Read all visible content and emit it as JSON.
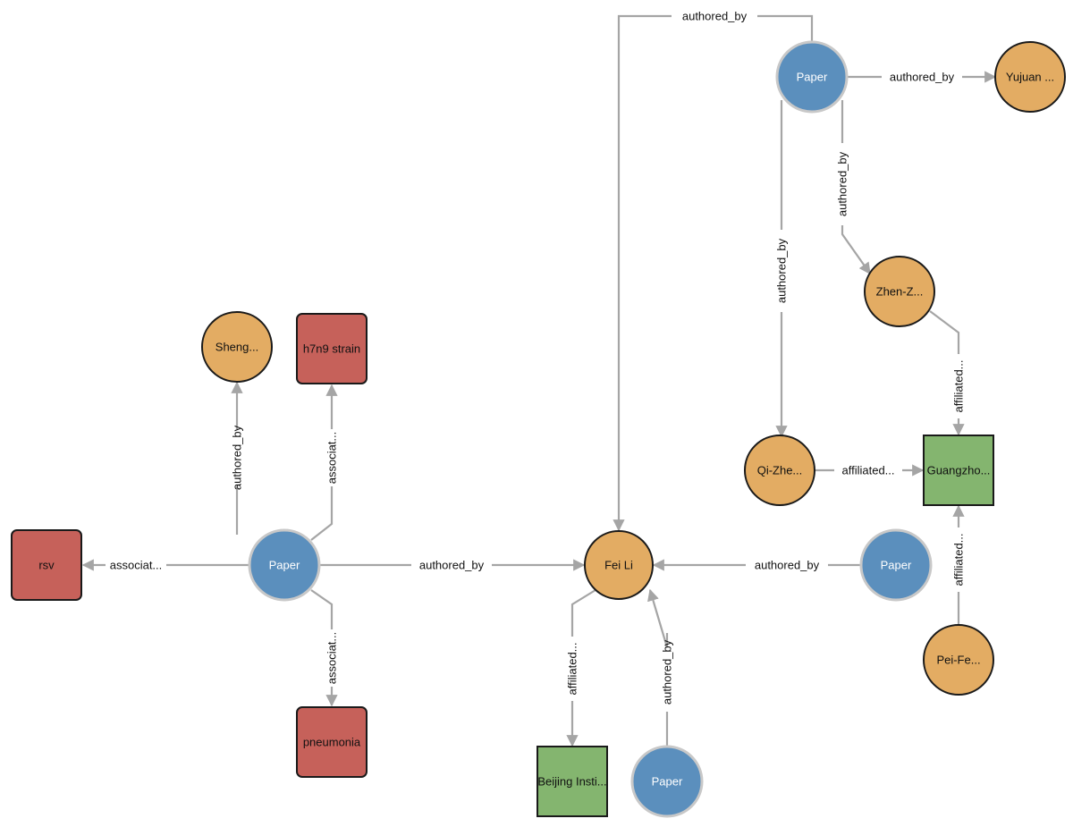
{
  "colors": {
    "paper": "#5b8fbd",
    "person": "#e3ac63",
    "disease": "#c6615a",
    "institution": "#84b56f",
    "edge": "#a5a5a5",
    "node_border_dark": "#1a1a1a",
    "node_border_light": "#c8c8c8"
  },
  "nodes": [
    {
      "id": "paper_center",
      "label": "Paper",
      "type": "paper"
    },
    {
      "id": "sheng",
      "label": "Sheng...",
      "type": "person"
    },
    {
      "id": "h7n9",
      "label": "h7n9 strain",
      "type": "disease"
    },
    {
      "id": "rsv",
      "label": "rsv",
      "type": "disease"
    },
    {
      "id": "pneumonia",
      "label": "pneumonia",
      "type": "disease"
    },
    {
      "id": "feili",
      "label": "Fei Li",
      "type": "person"
    },
    {
      "id": "beijing",
      "label": "Beijing Insti...",
      "type": "institution"
    },
    {
      "id": "paper_bottom",
      "label": "Paper",
      "type": "paper"
    },
    {
      "id": "paper_right",
      "label": "Paper",
      "type": "paper"
    },
    {
      "id": "paper_top",
      "label": "Paper",
      "type": "paper"
    },
    {
      "id": "yujuan",
      "label": "Yujuan ...",
      "type": "person"
    },
    {
      "id": "zhenz",
      "label": "Zhen-Z...",
      "type": "person"
    },
    {
      "id": "qizhe",
      "label": "Qi-Zhe...",
      "type": "person"
    },
    {
      "id": "guangzho",
      "label": "Guangzho...",
      "type": "institution"
    },
    {
      "id": "peife",
      "label": "Pei-Fe...",
      "type": "person"
    }
  ],
  "edges": [
    {
      "id": "e1",
      "source": "paper_center",
      "target": "sheng",
      "label": "authored_by"
    },
    {
      "id": "e2",
      "source": "paper_center",
      "target": "h7n9",
      "label": "associat..."
    },
    {
      "id": "e3",
      "source": "paper_center",
      "target": "rsv",
      "label": "associat..."
    },
    {
      "id": "e4",
      "source": "paper_center",
      "target": "pneumonia",
      "label": "associat..."
    },
    {
      "id": "e5",
      "source": "paper_center",
      "target": "feili",
      "label": "authored_by"
    },
    {
      "id": "e6",
      "source": "paper_top",
      "target": "feili",
      "label": "authored_by"
    },
    {
      "id": "e7",
      "source": "paper_right",
      "target": "feili",
      "label": "authored_by"
    },
    {
      "id": "e8",
      "source": "paper_bottom",
      "target": "feili",
      "label": "authored_by"
    },
    {
      "id": "e9",
      "source": "feili",
      "target": "beijing",
      "label": "affiliated..."
    },
    {
      "id": "e10",
      "source": "paper_top",
      "target": "yujuan",
      "label": "authored_by"
    },
    {
      "id": "e11",
      "source": "paper_top",
      "target": "zhenz",
      "label": "authored_by"
    },
    {
      "id": "e12",
      "source": "paper_top",
      "target": "qizhe",
      "label": "authored_by"
    },
    {
      "id": "e13",
      "source": "zhenz",
      "target": "guangzho",
      "label": "affiliated..."
    },
    {
      "id": "e14",
      "source": "qizhe",
      "target": "guangzho",
      "label": "affiliated..."
    },
    {
      "id": "e15",
      "source": "peife",
      "target": "guangzho",
      "label": "affiliated..."
    }
  ]
}
